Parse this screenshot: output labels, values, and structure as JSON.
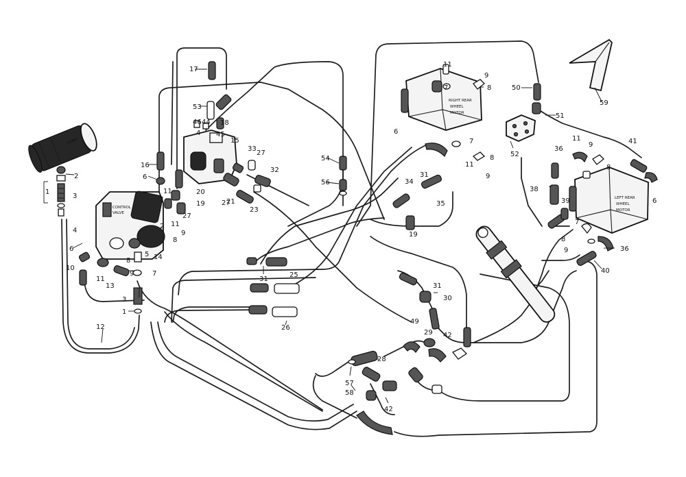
{
  "callouts": {
    "c1": "1",
    "c2": "2",
    "c3": "3",
    "c4": "4",
    "c5": "5",
    "c6": "6",
    "c7": "7",
    "c8": "8",
    "c9": "9",
    "c10": "10",
    "c11": "11",
    "c12": "12",
    "c13": "13",
    "c14": "14",
    "c15": "15",
    "c16": "16",
    "c17": "17",
    "c18": "18",
    "c19": "19",
    "c20": "20",
    "c21": "21",
    "c23": "23",
    "c25": "25",
    "c26": "26",
    "c27": "27",
    "c28": "28",
    "c29": "29",
    "c30": "30",
    "c31": "31",
    "c32": "32",
    "c33": "33",
    "c34": "34",
    "c35": "35",
    "c36": "36",
    "c38": "38",
    "c39": "39",
    "c40": "40",
    "c41": "41",
    "c42": "42",
    "c44": "44",
    "c45": "45",
    "c46": "46",
    "c49": "49",
    "c50": "50",
    "c51": "51",
    "c52": "52",
    "c53": "53",
    "c54": "54",
    "c56": "56",
    "c57": "57",
    "c58": "58",
    "c59": "59"
  },
  "component_plates": {
    "left_motor_line1": "RIGHT REAR",
    "left_motor_line2": "WHEEL",
    "left_motor_line3": "MOTOR",
    "right_motor_line1": "LEFT REAR",
    "right_motor_line2": "WHEEL",
    "right_motor_line3": "MOTOR",
    "pump_label": "PUMP",
    "valve_line1": "CONTROL",
    "valve_line2": "VALVE"
  },
  "colors": {
    "ink": "#111111",
    "paper": "#ffffff"
  }
}
